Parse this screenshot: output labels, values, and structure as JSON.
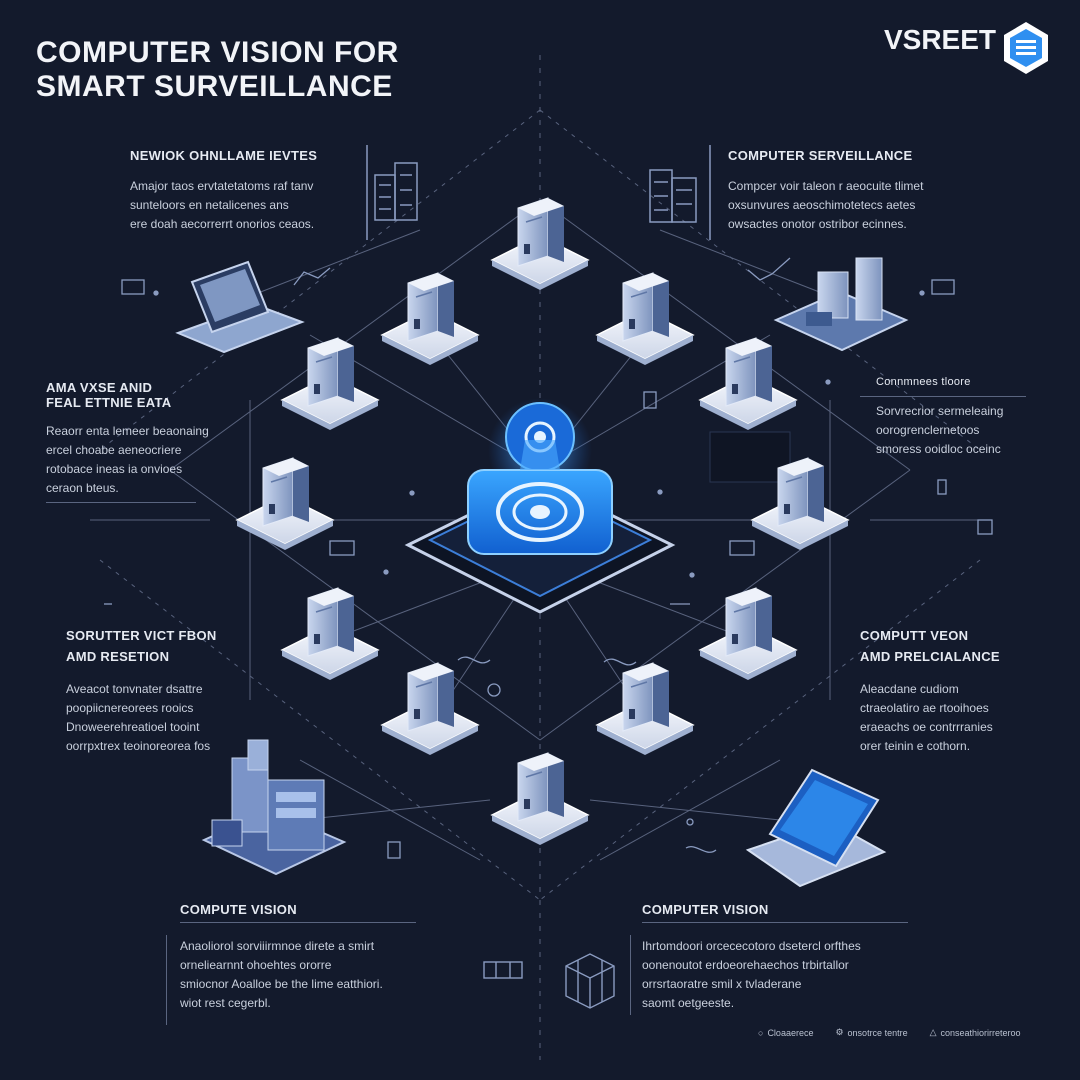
{
  "header": {
    "title_line1": "COMPUTER VISION FOR",
    "title_line2": "SMART SURVEILLANCE",
    "brand": "VSREET"
  },
  "panels": {
    "top_left": {
      "heading": "NEWIOK OHNLLAME IEVTES",
      "lines": [
        "Amajor taos ervtatetatoms raf tanv",
        "sunteloors en netalicenes ans",
        "ere doah aecorrerrt onorios ceaos."
      ]
    },
    "top_right": {
      "heading": "COMPUTER SERVEILLANCE",
      "lines": [
        "Compcer voir taleon r aeocuite tlimet",
        "oxsunvures aeoschimotetecs aetes",
        "owsactes onotor ostribor ecinnes."
      ]
    },
    "mid_left": {
      "heading_line1": "AMA VXSE ANID",
      "heading_line2": "FEAL ETTNIE EATA",
      "lines": [
        "Reaorr enta lemeer beaonaing",
        "ercel choabe aeneocriere",
        "rotobace ineas ia onvioes",
        "ceraon bteus."
      ]
    },
    "mid_right": {
      "heading": "Connmnees tloore",
      "lines": [
        "Sorvrecrior sermeleaing",
        "oorogrenclernetoos",
        "smoress ooidloc oceinc"
      ]
    },
    "lower_left": {
      "heading_line1": "SORUTTER VICT FBON",
      "heading_line2": "AMD RESETION",
      "lines": [
        "Aveacot tonvnater dsattre",
        "poopiicnereorees rooics",
        "Dnoweerehreatioel tooint",
        "oorrpxtrex teoinoreorea fos"
      ]
    },
    "lower_right": {
      "heading_line1": "COMPUTT VEON",
      "heading_line2": "AMD PRELCIALANCE",
      "lines": [
        "Aleacdane cudiom",
        "ctraeolatiro ae rtooihoes",
        "eraeachs oe contrrranies",
        "orer teinin e cothorn."
      ]
    },
    "bottom_left": {
      "heading": "COMPUTE VISION",
      "lines": [
        "Anaoliorol sorviiirmnoe direte a smirt",
        "orneliearnnt ohoehtes ororre",
        "smiocnor Aoalloe be the lime eatthiori.",
        "wiot rest cegerbl."
      ]
    },
    "bottom_right": {
      "heading": "COMPUTER VISION",
      "lines": [
        "Ihrtomdoori orcececotoro dsetercl orfthes",
        "oonenoutot erdoeorehaechos trbirtallor",
        "orrsrtaoratre smil x tvladerane",
        "saomt oetgeeste."
      ]
    }
  },
  "legend": [
    "Cloaaerece",
    "onsotrce tentre",
    "conseathiorirreteroo"
  ],
  "colors": {
    "background": "#131a2c",
    "accent": "#2f8ff0",
    "node": "#eef2fa",
    "device": "#8da3c8",
    "line": "#6a7592"
  },
  "icons": [
    "building-icon",
    "laptop-icon",
    "server-node-icon",
    "ai-core-icon",
    "camera-icon",
    "cube-icon",
    "gear-icon",
    "hexagon-logo-icon"
  ]
}
